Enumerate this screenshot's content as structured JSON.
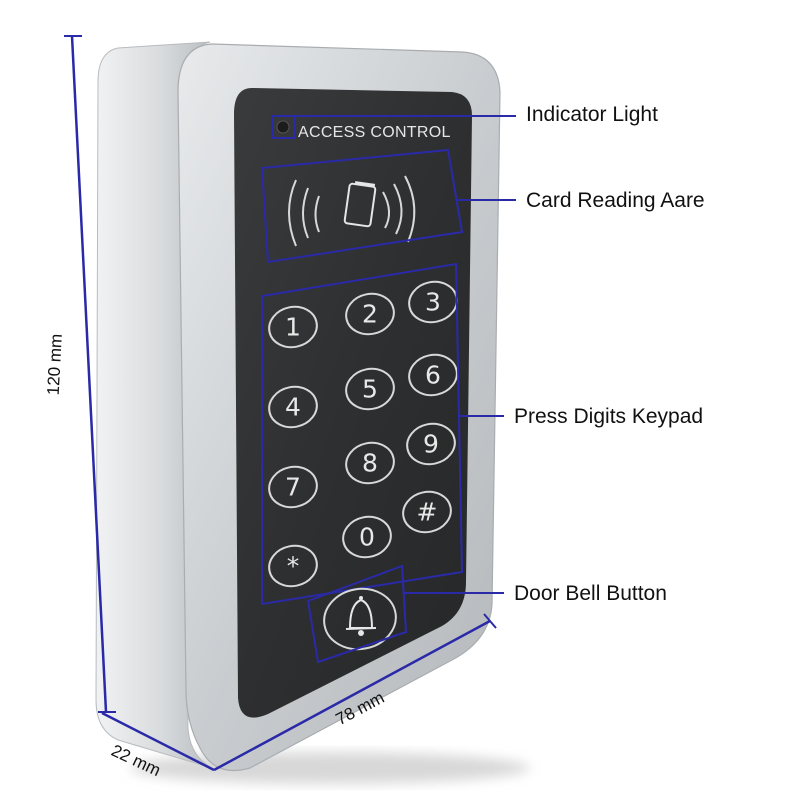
{
  "device": {
    "brand_text": "ACCESS CONTROL",
    "keys": [
      "1",
      "2",
      "3",
      "4",
      "5",
      "6",
      "7",
      "8",
      "9",
      "*",
      "0",
      "#"
    ],
    "bell_icon": "bell-icon",
    "card_icon": "card-icon",
    "colors": {
      "panel": "#303131",
      "frame": "#cfd2d5",
      "annotation": "#2a2aa8"
    }
  },
  "callouts": {
    "indicator_light": "Indicator Light",
    "card_reading": "Card Reading Aare",
    "keypad": "Press Digits Keypad",
    "door_bell": "Door Bell Button"
  },
  "dimensions": {
    "height": "120 mm",
    "width": "78 mm",
    "depth": "22 mm"
  }
}
